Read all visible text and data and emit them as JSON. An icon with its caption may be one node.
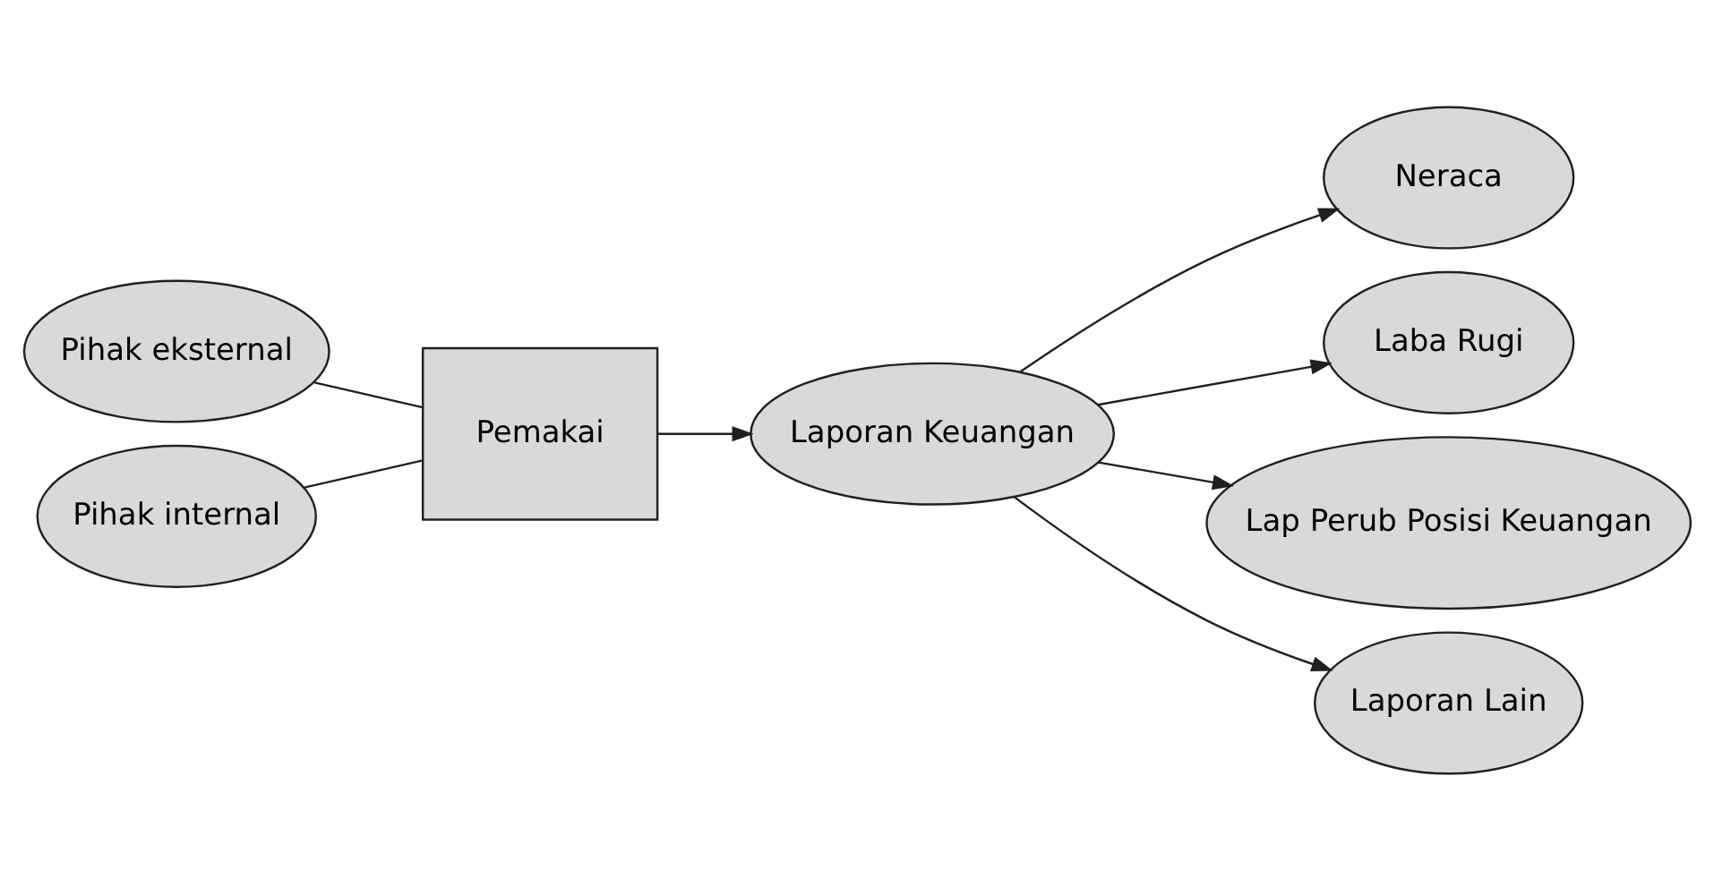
{
  "diagram": {
    "nodes": [
      {
        "text": [
          "Pihak eksternal"
        ]
      },
      {
        "text": [
          "Pihak internal"
        ]
      },
      {
        "text": [
          "Pemakai"
        ]
      },
      {
        "text": [
          "Laporan Keuangan"
        ]
      },
      {
        "text": [
          "Neraca"
        ]
      },
      {
        "text": [
          "Laba Rugi"
        ]
      },
      {
        "text": [
          "Lap Perub Posisi Keuangan"
        ]
      },
      {
        "text": [
          "Laporan Lain"
        ]
      }
    ],
    "edges": [
      {
        "from": 0,
        "to": 2,
        "arrow": "none"
      },
      {
        "from": 1,
        "to": 2,
        "arrow": "none"
      },
      {
        "from": 2,
        "to": 3,
        "arrow": "to"
      },
      {
        "from": 3,
        "to": 4,
        "arrow": "to"
      },
      {
        "from": 3,
        "to": 5,
        "arrow": "to"
      },
      {
        "from": 3,
        "to": 6,
        "arrow": "to"
      },
      {
        "from": 3,
        "to": 7,
        "arrow": "to"
      }
    ]
  }
}
